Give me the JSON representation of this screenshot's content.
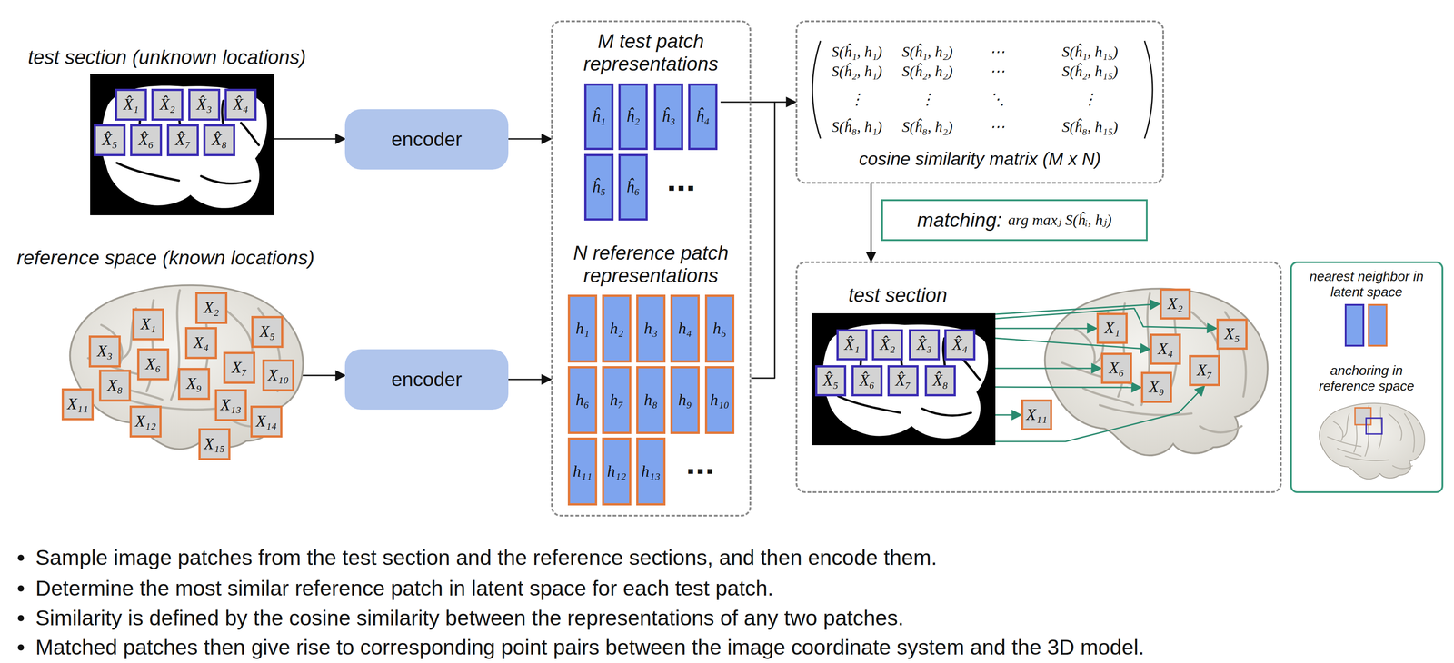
{
  "diagram": {
    "nodes": [
      {
        "text": [
          "test section (unknown locations)"
        ]
      },
      {
        "text": [
          "X̂₁"
        ],
        "in": 0
      },
      {
        "text": [
          "X̂₂"
        ],
        "in": 0
      },
      {
        "text": [
          "X̂₃"
        ],
        "in": 0
      },
      {
        "text": [
          "X̂₄"
        ],
        "in": 0
      },
      {
        "text": [
          "X̂₅"
        ],
        "in": 0
      },
      {
        "text": [
          "X̂₆"
        ],
        "in": 0
      },
      {
        "text": [
          "X̂₇"
        ],
        "in": 0
      },
      {
        "text": [
          "X̂₈"
        ],
        "in": 0
      },
      {
        "text": [
          "encoder"
        ]
      },
      {
        "text": [
          "reference space (known locations)"
        ]
      },
      {
        "text": [
          "X₁"
        ],
        "in": 10
      },
      {
        "text": [
          "X₂"
        ],
        "in": 10
      },
      {
        "text": [
          "X₃"
        ],
        "in": 10
      },
      {
        "text": [
          "X₄"
        ],
        "in": 10
      },
      {
        "text": [
          "X₅"
        ],
        "in": 10
      },
      {
        "text": [
          "X₆"
        ],
        "in": 10
      },
      {
        "text": [
          "X₇"
        ],
        "in": 10
      },
      {
        "text": [
          "X₈"
        ],
        "in": 10
      },
      {
        "text": [
          "X₉"
        ],
        "in": 10
      },
      {
        "text": [
          "X₁₀"
        ],
        "in": 10
      },
      {
        "text": [
          "X₁₁"
        ],
        "in": 10
      },
      {
        "text": [
          "X₁₂"
        ],
        "in": 10
      },
      {
        "text": [
          "X₁₃"
        ],
        "in": 10
      },
      {
        "text": [
          "X₁₄"
        ],
        "in": 10
      },
      {
        "text": [
          "X₁₅"
        ],
        "in": 10
      },
      {
        "text": [
          "encoder"
        ]
      },
      {
        "text": [
          "M test patch representations",
          "N reference patch representations"
        ]
      },
      {
        "text": [
          "ĥ₁"
        ],
        "in": 27
      },
      {
        "text": [
          "ĥ₂"
        ],
        "in": 27
      },
      {
        "text": [
          "ĥ₃"
        ],
        "in": 27
      },
      {
        "text": [
          "ĥ₄"
        ],
        "in": 27
      },
      {
        "text": [
          "ĥ₅"
        ],
        "in": 27
      },
      {
        "text": [
          "ĥ₆"
        ],
        "in": 27
      },
      {
        "text": [
          "h₁"
        ],
        "in": 27
      },
      {
        "text": [
          "h₂"
        ],
        "in": 27
      },
      {
        "text": [
          "h₃"
        ],
        "in": 27
      },
      {
        "text": [
          "h₄"
        ],
        "in": 27
      },
      {
        "text": [
          "h₅"
        ],
        "in": 27
      },
      {
        "text": [
          "h₆"
        ],
        "in": 27
      },
      {
        "text": [
          "h₇"
        ],
        "in": 27
      },
      {
        "text": [
          "h₈"
        ],
        "in": 27
      },
      {
        "text": [
          "h₉"
        ],
        "in": 27
      },
      {
        "text": [
          "h₁₀"
        ],
        "in": 27
      },
      {
        "text": [
          "h₁₁"
        ],
        "in": 27
      },
      {
        "text": [
          "h₁₂"
        ],
        "in": 27
      },
      {
        "text": [
          "h₁₃"
        ],
        "in": 27
      },
      {
        "text": [
          "S(ĥ₁, h₁)",
          "S(ĥ₁, h₂)",
          "⋯",
          "S(ĥ₁, h₁₅)",
          "S(ĥ₂, h₁)",
          "S(ĥ₂, h₂)",
          "⋯",
          "S(ĥ₂, h₁₅)",
          "⋮",
          "⋮",
          "⋱",
          "⋮",
          "S(ĥ₈, h₁)",
          "S(ĥ₈, h₂)",
          "⋯",
          "S(ĥ₈, h₁₅)",
          "cosine similarity matrix (M x N)"
        ]
      },
      {
        "text": [
          "matching:",
          "arg maxⱼ S(ĥᵢ, hⱼ)"
        ]
      },
      {
        "text": []
      },
      {
        "text": [
          "test section"
        ],
        "in": 49
      },
      {
        "text": [
          "X̂₁"
        ],
        "in": 50
      },
      {
        "text": [
          "X̂₂"
        ],
        "in": 50
      },
      {
        "text": [
          "X̂₃"
        ],
        "in": 50
      },
      {
        "text": [
          "X̂₄"
        ],
        "in": 50
      },
      {
        "text": [
          "X̂₅"
        ],
        "in": 50
      },
      {
        "text": [
          "X̂₆"
        ],
        "in": 50
      },
      {
        "text": [
          "X̂₇"
        ],
        "in": 50
      },
      {
        "text": [
          "X̂₈"
        ],
        "in": 50
      },
      {
        "text": [
          "X₁"
        ],
        "in": 49
      },
      {
        "text": [
          "X₂"
        ],
        "in": 49
      },
      {
        "text": [
          "X₄"
        ],
        "in": 49
      },
      {
        "text": [
          "X₅"
        ],
        "in": 49
      },
      {
        "text": [
          "X₆"
        ],
        "in": 49
      },
      {
        "text": [
          "X₇"
        ],
        "in": 49
      },
      {
        "text": [
          "X₉"
        ],
        "in": 49
      },
      {
        "text": [
          "X₁₁"
        ],
        "in": 49
      },
      {
        "text": [
          "nearest neighbor in latent space",
          "anchoring in reference space"
        ]
      }
    ],
    "edges": [
      {
        "from": 0,
        "to": 9,
        "arrow": "to"
      },
      {
        "from": 9,
        "to": 27,
        "arrow": "to"
      },
      {
        "from": 20,
        "to": 26,
        "arrow": "to"
      },
      {
        "from": 26,
        "to": 27,
        "arrow": "to"
      },
      {
        "from": 27,
        "to": 47,
        "arrow": "to"
      },
      {
        "from": 47,
        "to": 49,
        "arrow": "to"
      },
      {
        "from": 50,
        "to": 59,
        "arrow": "to"
      },
      {
        "from": 50,
        "to": 60,
        "arrow": "to"
      },
      {
        "from": 50,
        "to": 61,
        "arrow": "to"
      },
      {
        "from": 50,
        "to": 62,
        "arrow": "to"
      },
      {
        "from": 50,
        "to": 63,
        "arrow": "to"
      },
      {
        "from": 50,
        "to": 64,
        "arrow": "to"
      },
      {
        "from": 50,
        "to": 65,
        "arrow": "to"
      },
      {
        "from": 50,
        "to": 66,
        "arrow": "to"
      }
    ],
    "labels": [
      "▪▪▪",
      "▪▪▪",
      "Sample image patches from the test section and the reference sections, and then encode them.",
      "Determine the most similar reference patch in latent space for each test patch.",
      "Similarity is defined by the cosine similarity between the representations of any two patches.",
      "Matched patches then give rise to corresponding point pairs between the image coordinate system and the 3D model."
    ]
  }
}
